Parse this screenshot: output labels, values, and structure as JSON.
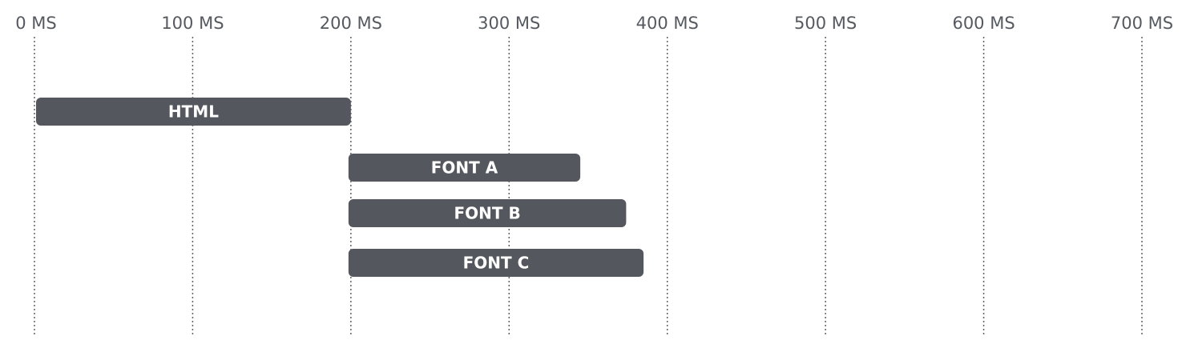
{
  "chart_data": {
    "type": "bar",
    "orientation": "horizontal",
    "title": "",
    "xlabel": "",
    "ylabel": "",
    "xlim": [
      0,
      700
    ],
    "grid": true,
    "x_ticks": [
      0,
      100,
      200,
      300,
      400,
      500,
      600,
      700
    ],
    "x_tick_labels": [
      "0 MS",
      "100 MS",
      "200 MS",
      "300 MS",
      "400 MS",
      "500 MS",
      "600 MS",
      "700 MS"
    ],
    "bars": [
      {
        "label": "HTML",
        "start": 0,
        "end": 200
      },
      {
        "label": "FONT A",
        "start": 200,
        "end": 345
      },
      {
        "label": "FONT B",
        "start": 200,
        "end": 374
      },
      {
        "label": "FONT C",
        "start": 200,
        "end": 385
      }
    ],
    "colors": {
      "bar": "#54585e",
      "bar_label": "#ffffff",
      "tick_label": "#555a60",
      "grid": "#5f6368"
    }
  }
}
